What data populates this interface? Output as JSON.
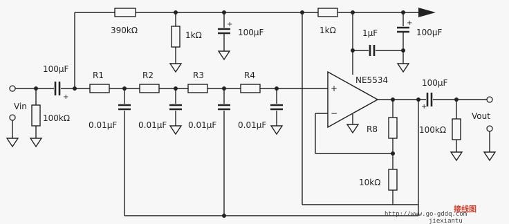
{
  "labels": {
    "r_fb": "390kΩ",
    "r_pos1": "1kΩ",
    "c_pos1": "100μF",
    "r_pos2": "1kΩ",
    "c_small": "1μF",
    "c_pos2": "100μF",
    "c_in": "100μF",
    "r_in": "100kΩ",
    "vin": "Vin",
    "r1": "R1",
    "r2": "R2",
    "r3": "R3",
    "r4": "R4",
    "c1": "0.01μF",
    "c2": "0.01μF",
    "c3": "0.01μF",
    "c4": "0.01μF",
    "opamp": "NE5534",
    "plus": "+",
    "minus": "−",
    "r8": "R8",
    "r_gnd": "10kΩ",
    "c_out": "100μF",
    "r_out": "100kΩ",
    "vout": "Vout",
    "cap_plus": "+"
  },
  "watermark": {
    "brand": "接线图",
    "url": "http://www.go-gddq.com",
    "sub": "jiexiantu"
  }
}
